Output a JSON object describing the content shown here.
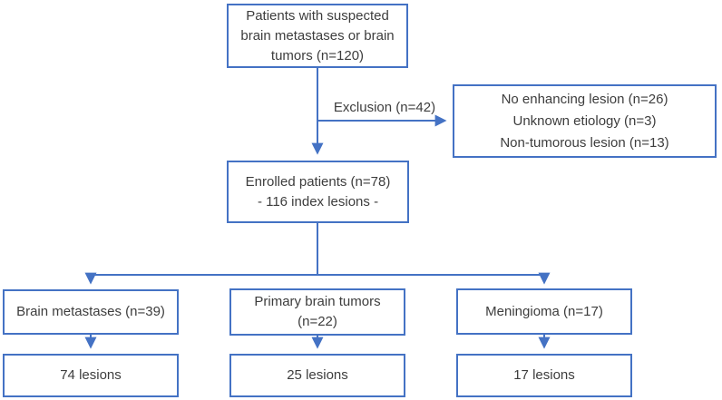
{
  "colors": {
    "line_blue": "#4472C4",
    "text": "#3d3d3d",
    "background": "#ffffff"
  },
  "flowchart": {
    "top_box": {
      "text": "Patients with suspected brain metastases or brain tumors (n=120)"
    },
    "exclusion_label": "Exclusion (n=42)",
    "exclusion_box": {
      "lines": [
        "No enhancing lesion (n=26)",
        "Unknown etiology (n=3)",
        "Non-tumorous lesion (n=13)"
      ]
    },
    "enrolled_box": {
      "lines": [
        "Enrolled patients (n=78)",
        "- 116 index lesions -"
      ]
    },
    "branches": [
      {
        "label": "Brain metastases (n=39)",
        "lesions": "74 lesions"
      },
      {
        "label": "Primary brain tumors (n=22)",
        "lesions": "25 lesions"
      },
      {
        "label": "Meningioma (n=17)",
        "lesions": "17 lesions"
      }
    ]
  }
}
